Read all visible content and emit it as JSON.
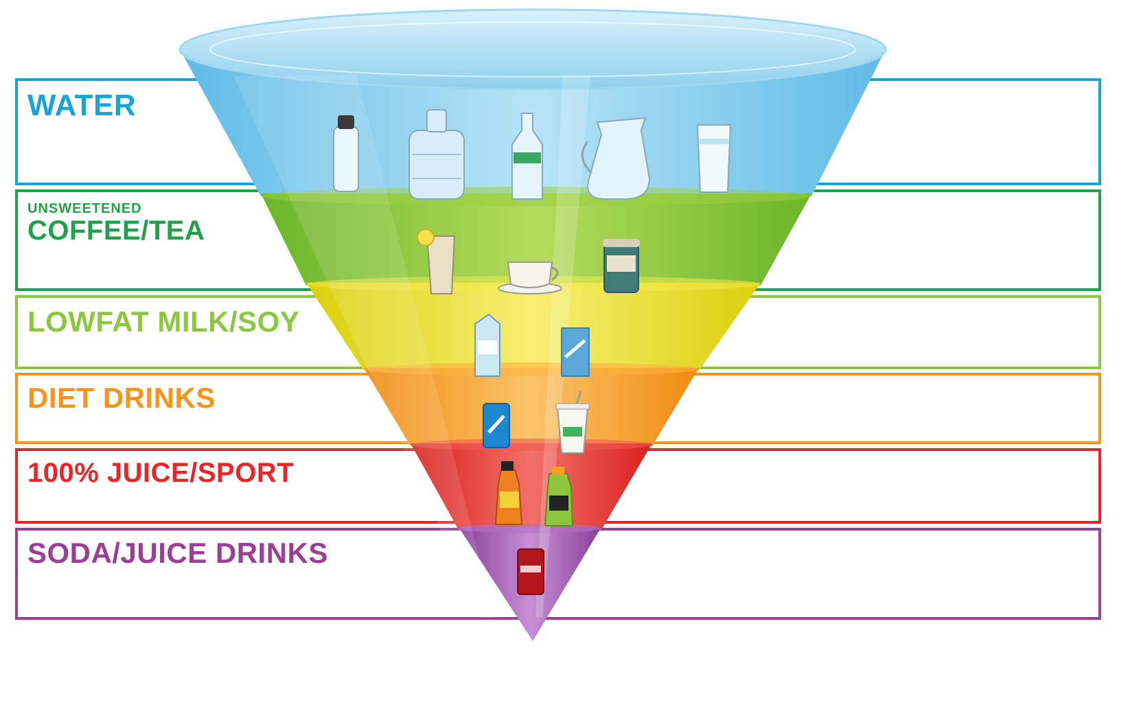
{
  "tiers": [
    {
      "id": "water",
      "title": "WATER",
      "subtitle": "",
      "lines": [],
      "right_lines": [],
      "color": "#1aa3d8",
      "fill": "#86cdee",
      "icons": [
        "sports-bottle-icon",
        "water-jug-icon",
        "water-bottle-icon",
        "pitcher-icon",
        "glass-icon"
      ]
    },
    {
      "id": "coffee-tea",
      "title": "COFFEE/TEA",
      "subtitle": "UNSWEETENED",
      "lines": [],
      "right_lines": [],
      "color": "#21a24a",
      "fill": "#8ac82b",
      "icons": [
        "iced-tea-icon",
        "coffee-cup-icon",
        "travel-mug-icon"
      ]
    },
    {
      "id": "milk-soy",
      "title": "LOWFAT MILK/SOY",
      "subtitle": "",
      "lines": [],
      "right_lines": [],
      "color": "#8dc63f",
      "fill": "#ece21a",
      "icons": [
        "milk-carton-icon",
        "soy-carton-icon"
      ]
    },
    {
      "id": "diet",
      "title": "DIET DRINKS",
      "subtitle": "",
      "lines": [],
      "right_lines": [],
      "color": "#f7941d",
      "fill": "#f7a21b",
      "icons": [
        "diet-can-icon",
        "fountain-cup-icon"
      ]
    },
    {
      "id": "juice-sport",
      "title": "100% JUICE/SPORT",
      "subtitle": "",
      "lines": [],
      "right_lines": [],
      "color": "#e8262a",
      "fill": "#ea3b32",
      "icons": [
        "juice-bottle-icon",
        "sport-bottle-icon"
      ]
    },
    {
      "id": "soda",
      "title": "SODA/JUICE DRINKS",
      "subtitle": "",
      "lines": [],
      "right_lines": [],
      "color": "#9b3f96",
      "fill": "#9b59b6",
      "icons": [
        "soda-can-icon"
      ]
    }
  ],
  "footnotes": []
}
